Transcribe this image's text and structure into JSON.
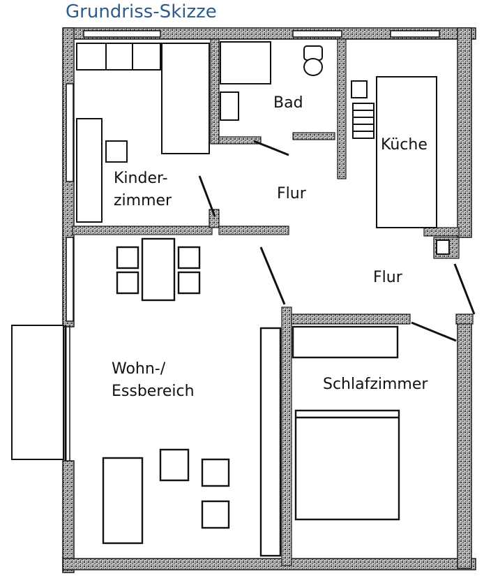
{
  "title": "Grundriss-Skizze",
  "rooms": {
    "bad": "Bad",
    "kueche": "Küche",
    "kinder_line1": "Kinder-",
    "kinder_line2": "zimmer",
    "flur_upper": "Flur",
    "flur_lower": "Flur",
    "wohn_line1": "Wohn-/",
    "wohn_line2": "Essbereich",
    "schlaf": "Schlafzimmer"
  },
  "colors": {
    "title": "#2e5c8a",
    "wall": "#1a1a1a",
    "wall_fill": "#9a9a9a",
    "furniture": "#222222"
  }
}
